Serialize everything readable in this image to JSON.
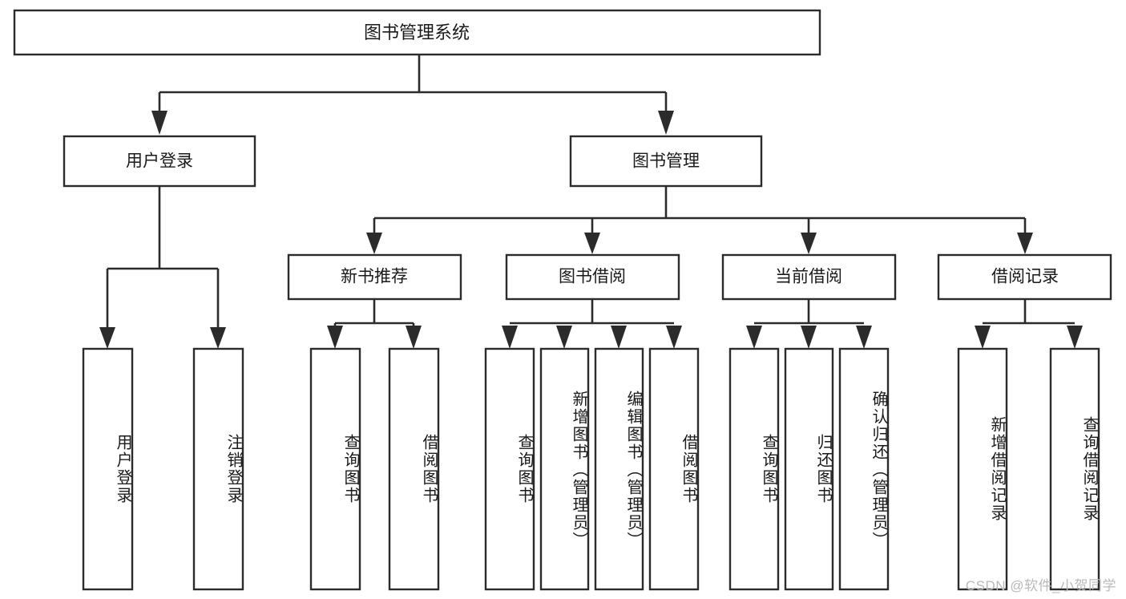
{
  "diagram": {
    "type": "hierarchy-tree",
    "title_node": {
      "label": "图书管理系统"
    },
    "level2": [
      {
        "id": "user-login",
        "label": "用户登录"
      },
      {
        "id": "book-management",
        "label": "图书管理"
      }
    ],
    "level3": [
      {
        "id": "new-book-recommend",
        "label": "新书推荐"
      },
      {
        "id": "book-borrow",
        "label": "图书借阅"
      },
      {
        "id": "current-borrow",
        "label": "当前借阅"
      },
      {
        "id": "borrow-record",
        "label": "借阅记录"
      }
    ],
    "leaves": {
      "user_login": [
        {
          "id": "leaf-user-login",
          "label": "用户登录"
        },
        {
          "id": "leaf-logout-login",
          "label": "注销登录"
        }
      ],
      "new_book_recommend": [
        {
          "id": "leaf-query-book-1",
          "label": "查询图书"
        },
        {
          "id": "leaf-borrow-book-1",
          "label": "借阅图书"
        }
      ],
      "book_borrow": [
        {
          "id": "leaf-query-book-2",
          "label": "查询图书"
        },
        {
          "id": "leaf-add-book",
          "label": "新增图书（管理员）"
        },
        {
          "id": "leaf-edit-book",
          "label": "编辑图书（管理员）"
        },
        {
          "id": "leaf-borrow-book-2",
          "label": "借阅图书"
        }
      ],
      "current_borrow": [
        {
          "id": "leaf-query-book-3",
          "label": "查询图书"
        },
        {
          "id": "leaf-return-book",
          "label": "归还图书"
        },
        {
          "id": "leaf-confirm-return",
          "label": "确认归还（管理员）"
        }
      ],
      "borrow_record": [
        {
          "id": "leaf-add-record",
          "label": "新增借阅记录"
        },
        {
          "id": "leaf-query-record",
          "label": "查询借阅记录"
        }
      ]
    },
    "colors": {
      "stroke": "#2b2b2b",
      "fill": "#ffffff",
      "text": "#1a1a1a",
      "watermark": "#b9b9b9"
    }
  },
  "watermark": {
    "text": "CSDN @软件_小贺同学"
  }
}
